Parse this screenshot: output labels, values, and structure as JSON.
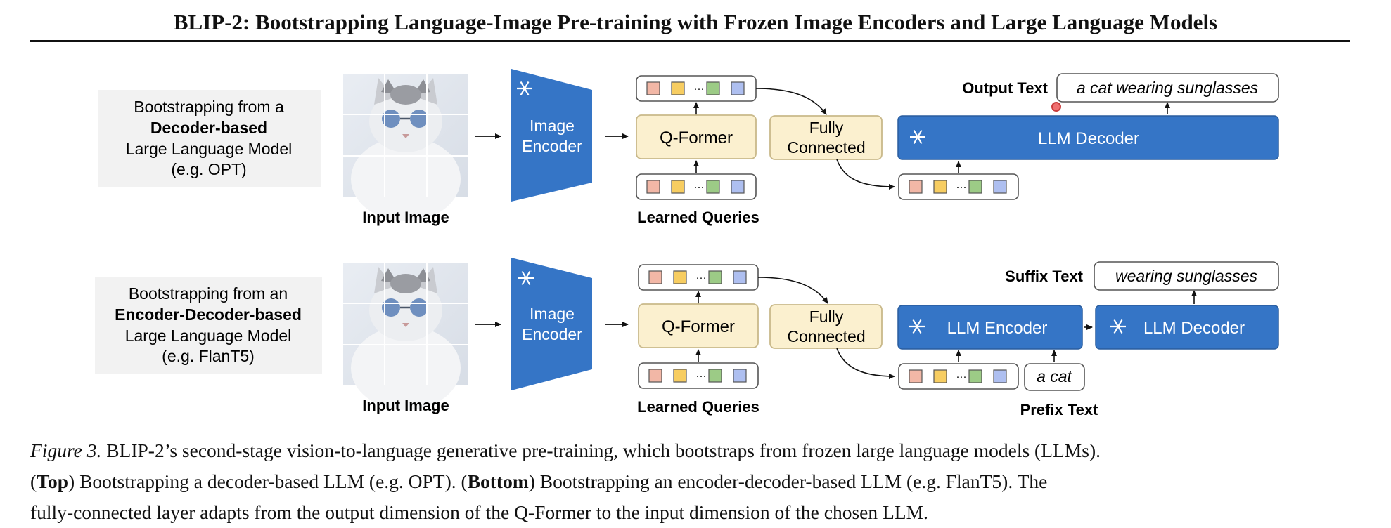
{
  "title": "BLIP-2: Bootstrapping Language-Image Pre-training with Frozen Image Encoders and Large Language Models",
  "colors": {
    "encoder_blue": "#3575c6",
    "qformer_fill": "#fbf0cf",
    "qformer_stroke": "#c9b98a",
    "token_red": "#f2b7a6",
    "token_yellow": "#f7cd61",
    "token_green": "#9ccb86",
    "token_blue": "#aebff0",
    "label_bg": "#f2f2f2"
  },
  "top": {
    "side_label": {
      "line1": "Bootstrapping from a",
      "line2": "Decoder-based",
      "line3": "Large Language Model",
      "line4": "(e.g. OPT)"
    },
    "input_image_label": "Input Image",
    "image_encoder": {
      "line1": "Image",
      "line2": "Encoder"
    },
    "qformer": "Q-Former",
    "learned_queries": "Learned Queries",
    "fully_connected": {
      "line1": "Fully",
      "line2": "Connected"
    },
    "output_text_label": "Output Text",
    "output_text": "a cat wearing sunglasses",
    "llm_decoder": "LLM Decoder"
  },
  "bottom": {
    "side_label": {
      "line1": "Bootstrapping from an",
      "line2": "Encoder-Decoder-based",
      "line3": "Large Language Model",
      "line4": "(e.g. FlanT5)"
    },
    "input_image_label": "Input Image",
    "image_encoder": {
      "line1": "Image",
      "line2": "Encoder"
    },
    "qformer": "Q-Former",
    "learned_queries": "Learned Queries",
    "fully_connected": {
      "line1": "Fully",
      "line2": "Connected"
    },
    "suffix_text_label": "Suffix Text",
    "suffix_text": "wearing sunglasses",
    "llm_encoder": "LLM Encoder",
    "llm_decoder": "LLM Decoder",
    "prefix_text": "a cat",
    "prefix_text_label": "Prefix Text"
  },
  "token_dots": "···",
  "icons": {
    "frozen": "snowflake-icon",
    "image": "cat-with-sunglasses-photo"
  },
  "caption": {
    "figure_label": "Figure 3.",
    "line1_rest": " BLIP-2’s second-stage vision-to-language generative pre-training, which bootstraps from frozen large language models (LLMs).",
    "line2_p1": "(",
    "line2_top": "Top",
    "line2_p2": ") Bootstrapping a decoder-based LLM (e.g. OPT). (",
    "line2_bottom": "Bottom",
    "line2_p3": ") Bootstrapping an encoder-decoder-based LLM (e.g. FlanT5). The",
    "line3": "fully-connected layer adapts from the output dimension of the Q-Former to the input dimension of the chosen LLM."
  }
}
